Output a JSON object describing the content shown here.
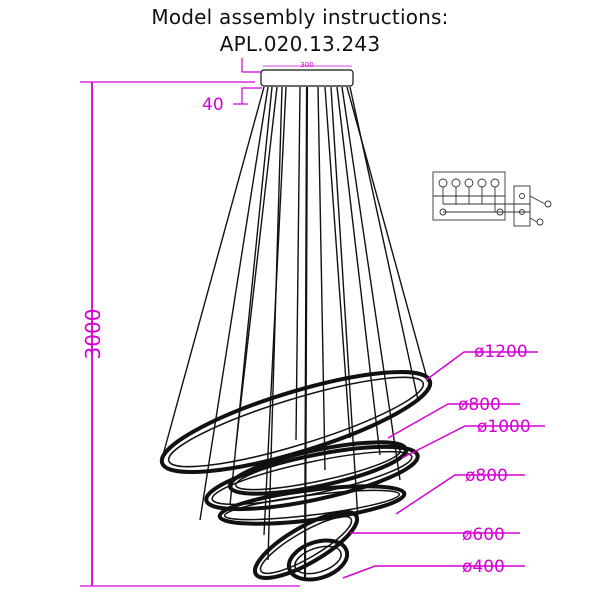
{
  "header": {
    "title_line1": "Model assembly instructions:",
    "title_line2": "APL.020.13.243"
  },
  "dimensions": {
    "canopy_width": "300",
    "canopy_offset": "40",
    "total_height": "3000"
  },
  "rings": [
    {
      "label": "ø1200"
    },
    {
      "label": "ø800"
    },
    {
      "label": "ø1000"
    },
    {
      "label": "ø800"
    },
    {
      "label": "ø600"
    },
    {
      "label": "ø400"
    }
  ],
  "colors": {
    "dimension": "#d400d4",
    "line": "#111111"
  }
}
